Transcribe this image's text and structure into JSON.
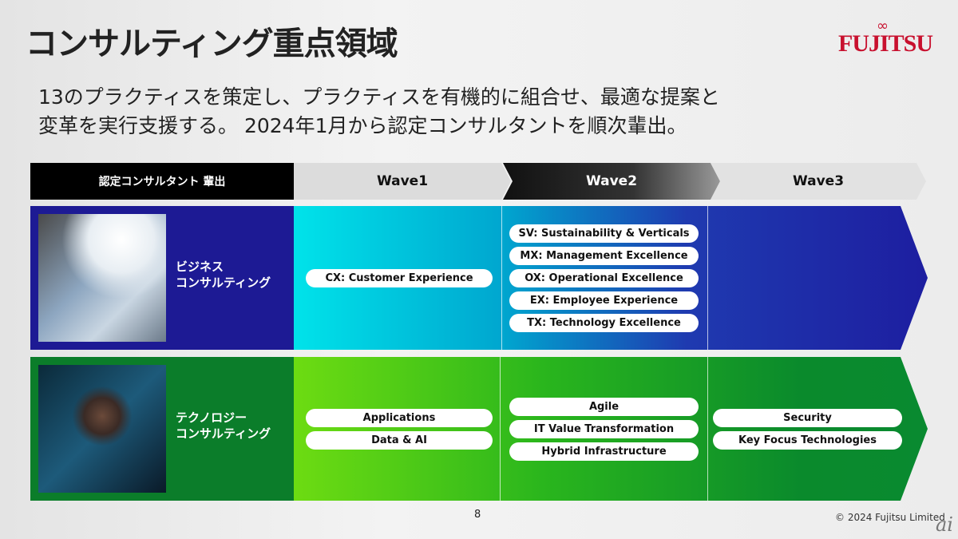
{
  "title": "コンサルティング重点領域",
  "logo": "FUJITSU",
  "subtitle": [
    "13のプラクティスを策定し、プラクティスを有機的に組合せ、最適な提案と",
    "変革を実行支援する。 2024年1月から認定コンサルタントを順次輩出。"
  ],
  "header": {
    "label": "認定コンサルタント 輩出",
    "waves": [
      "Wave1",
      "Wave2",
      "Wave3"
    ]
  },
  "rows": [
    {
      "label": [
        "ビジネス",
        "コンサルティング"
      ],
      "wave1": [
        "CX: Customer Experience"
      ],
      "wave2": [
        "SV: Sustainability & Verticals",
        "MX: Management Excellence",
        "OX: Operational Excellence",
        "EX: Employee Experience",
        "TX: Technology Excellence"
      ],
      "wave3": []
    },
    {
      "label": [
        "テクノロジー",
        "コンサルティング"
      ],
      "wave1": [
        "Applications",
        "Data & AI"
      ],
      "wave2": [
        "Agile",
        "IT Value Transformation",
        "Hybrid Infrastructure"
      ],
      "wave3": [
        "Security",
        "Key Focus Technologies"
      ]
    }
  ],
  "footer": {
    "page": "8",
    "copyright": "© 2024 Fujitsu Limited",
    "watermark": "ai"
  },
  "colors": {
    "business": "#1d1ea0",
    "technology": "#0a8a2c",
    "brand": "#c8102e"
  }
}
